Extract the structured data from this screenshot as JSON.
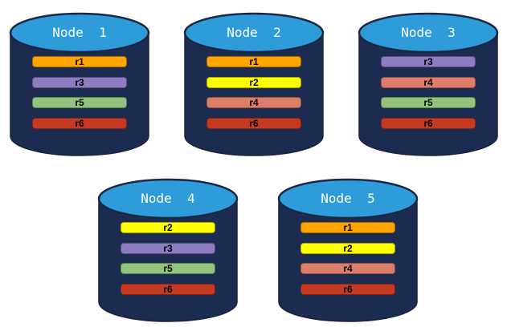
{
  "colors": {
    "cylinder_body": "#1C2B50",
    "cylinder_top": "#2E9CD9",
    "replica_r1": "#FFA500",
    "replica_r2": "#FFFF00",
    "replica_r3": "#8E7CC3",
    "replica_r4": "#DD7E6B",
    "replica_r5": "#93C47D",
    "replica_r6": "#C63A23"
  },
  "nodes": [
    {
      "label": "Node  1",
      "bars": [
        {
          "label": "r1",
          "color": "#FFA500"
        },
        {
          "label": "r3",
          "color": "#8E7CC3"
        },
        {
          "label": "r5",
          "color": "#93C47D"
        },
        {
          "label": "r6",
          "color": "#C63A23"
        }
      ]
    },
    {
      "label": "Node  2",
      "bars": [
        {
          "label": "r1",
          "color": "#FFA500"
        },
        {
          "label": "r2",
          "color": "#FFFF00"
        },
        {
          "label": "r4",
          "color": "#DD7E6B"
        },
        {
          "label": "r6",
          "color": "#C63A23"
        }
      ]
    },
    {
      "label": "Node  3",
      "bars": [
        {
          "label": "r3",
          "color": "#8E7CC3"
        },
        {
          "label": "r4",
          "color": "#DD7E6B"
        },
        {
          "label": "r5",
          "color": "#93C47D"
        },
        {
          "label": "r6",
          "color": "#C63A23"
        }
      ]
    },
    {
      "label": "Node  4",
      "bars": [
        {
          "label": "r2",
          "color": "#FFFF00"
        },
        {
          "label": "r3",
          "color": "#8E7CC3"
        },
        {
          "label": "r5",
          "color": "#93C47D"
        },
        {
          "label": "r6",
          "color": "#C63A23"
        }
      ]
    },
    {
      "label": "Node  5",
      "bars": [
        {
          "label": "r1",
          "color": "#FFA500"
        },
        {
          "label": "r2",
          "color": "#FFFF00"
        },
        {
          "label": "r4",
          "color": "#DD7E6B"
        },
        {
          "label": "r6",
          "color": "#C63A23"
        }
      ]
    }
  ]
}
